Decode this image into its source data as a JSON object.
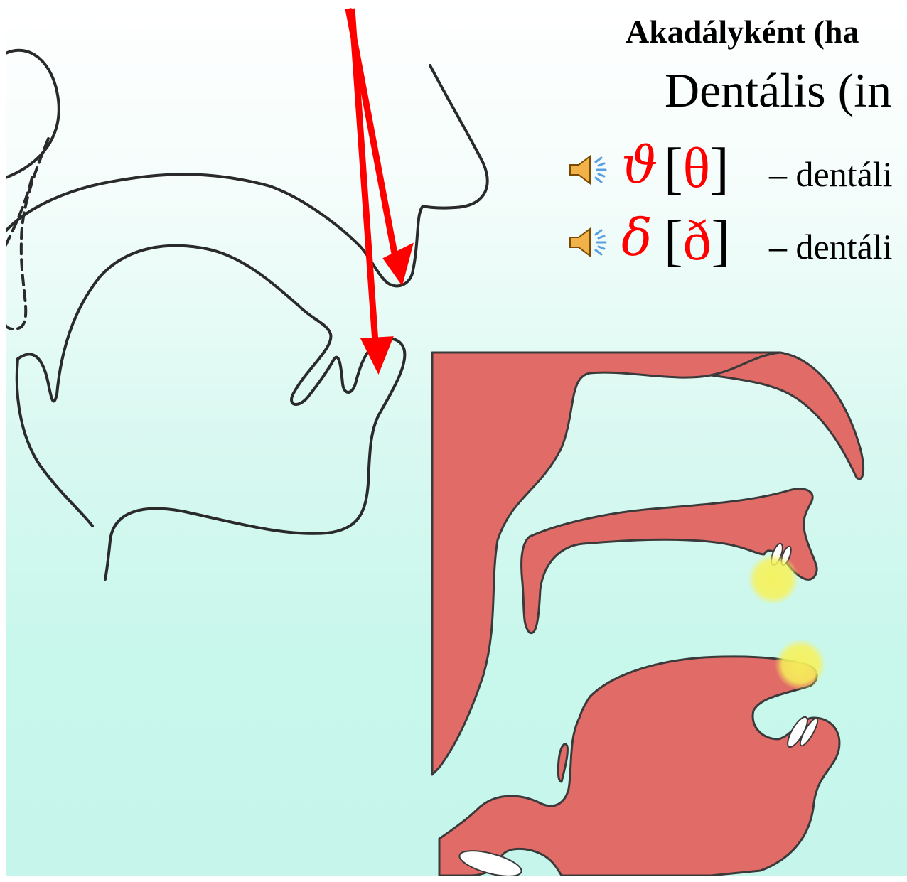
{
  "slide": {
    "heading": "Akadályként (ha",
    "subheading": "Dentális (in",
    "sounds": [
      {
        "icon": "speaker-icon",
        "symbol": "ϑ",
        "bracket_open": "[",
        "ipa": "θ",
        "bracket_close": "]",
        "description": "– dentáli"
      },
      {
        "icon": "speaker-icon",
        "symbol": "δ",
        "bracket_open": "[",
        "ipa": "ð",
        "bracket_close": "]",
        "description": "– dentáli"
      }
    ]
  },
  "colors": {
    "arrow": "#ff0000",
    "symbol": "#ff0000",
    "articulator_fill": "#e06b67",
    "outline": "#2a2a2a",
    "highlight": "#f7f25a",
    "background_bottom": "#c6f6eb"
  },
  "figures": {
    "left": "line-drawing sagittal section of head with two red arrows pointing to teeth and alveolar ridge",
    "right": "colored sagittal section showing tongue tip between teeth with yellow contact circles"
  }
}
